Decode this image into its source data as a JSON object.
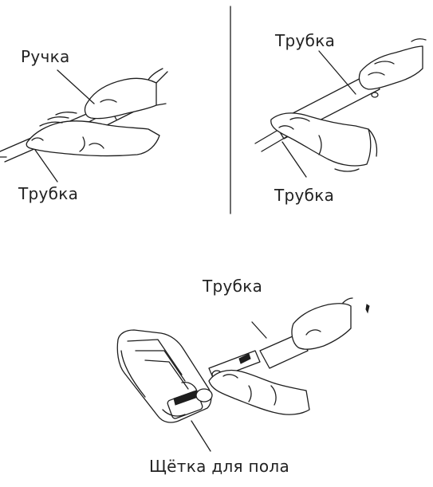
{
  "panel_top_left": {
    "label_handle": "Ручка",
    "label_tube": "Трубка"
  },
  "panel_top_right": {
    "label_tube_top": "Трубка",
    "label_tube_bottom": "Трубка"
  },
  "panel_bottom": {
    "label_tube": "Трубка",
    "label_floor_brush": "Щётка для пола"
  },
  "colors": {
    "ink": "#1e1e1e",
    "background": "#ffffff"
  }
}
